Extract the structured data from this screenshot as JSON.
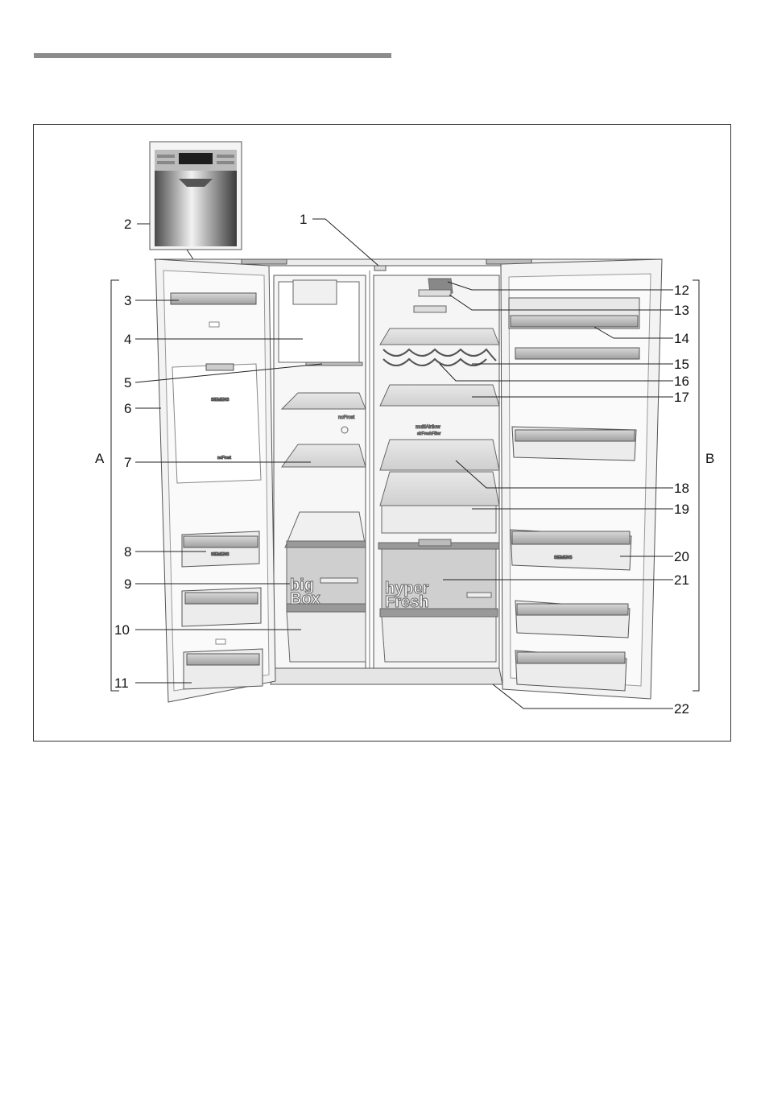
{
  "callouts": {
    "c1": "1",
    "c2": "2",
    "c3": "3",
    "c4": "4",
    "c5": "5",
    "c6": "6",
    "c7": "7",
    "c8": "8",
    "c9": "9",
    "c10": "10",
    "c11": "11",
    "c12": "12",
    "c13": "13",
    "c14": "14",
    "c15": "15",
    "c16": "16",
    "c17": "17",
    "c18": "18",
    "c19": "19",
    "c20": "20",
    "c21": "21",
    "c22": "22"
  },
  "groups": {
    "left": "A",
    "right": "B"
  },
  "appliance_text": {
    "brand": "SIEMENS",
    "nofrost_freezer": "noFrost",
    "nofrost_center": "noFrost",
    "multiairflow": "multiAirflow",
    "airfresh": "airFreshFilter",
    "bigbox_line1": "big",
    "bigbox_line2": "Box",
    "hyperfresh_line1": "hyper",
    "hyperfresh_line2": "Fresh"
  }
}
